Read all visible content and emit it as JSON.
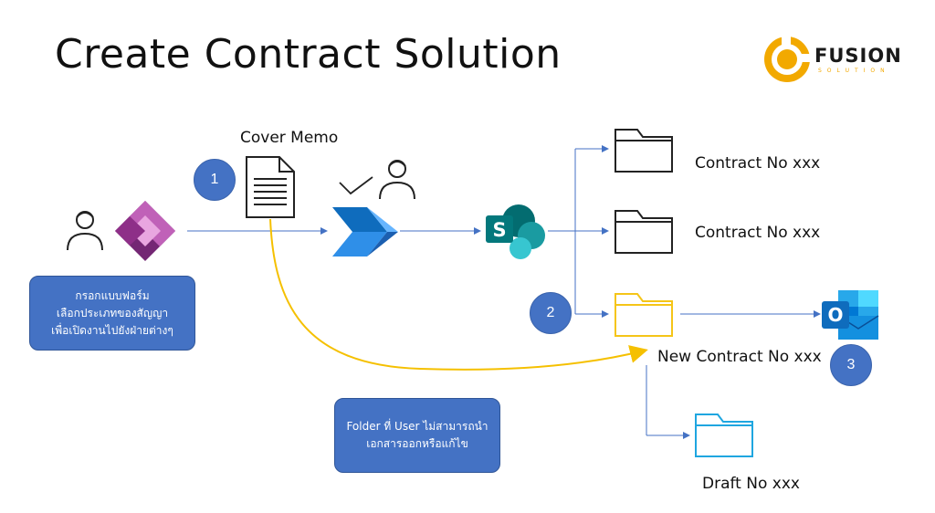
{
  "title": "Create Contract Solution",
  "logo": {
    "word": "FUSION",
    "sub": "SOLUTION"
  },
  "labels": {
    "cover_memo": "Cover Memo",
    "folder1": "Contract No xxx",
    "folder2": "Contract No xxx",
    "folder3": "New Contract No xxx",
    "folder4": "Draft No xxx"
  },
  "badges": {
    "b1": "1",
    "b2": "2",
    "b3": "3"
  },
  "notes": {
    "form": [
      "กรอกแบบฟอร์ม",
      "เลือกประเภทของสัญญา",
      "เพื่อเปิดงานไปยังฝ่ายต่างๆ"
    ],
    "folder": [
      "Folder ที่ User ไม่สามารถนำ",
      "เอกสารออกหรือแก้ไข"
    ]
  },
  "colors": {
    "accent_blue": "#4472c4",
    "arrow_blue": "#4472c4",
    "curve_yellow": "#f5c000",
    "folder_yellow": "#f5c518",
    "folder_cyan": "#1fa6e0",
    "logo_orange": "#f2a900"
  }
}
